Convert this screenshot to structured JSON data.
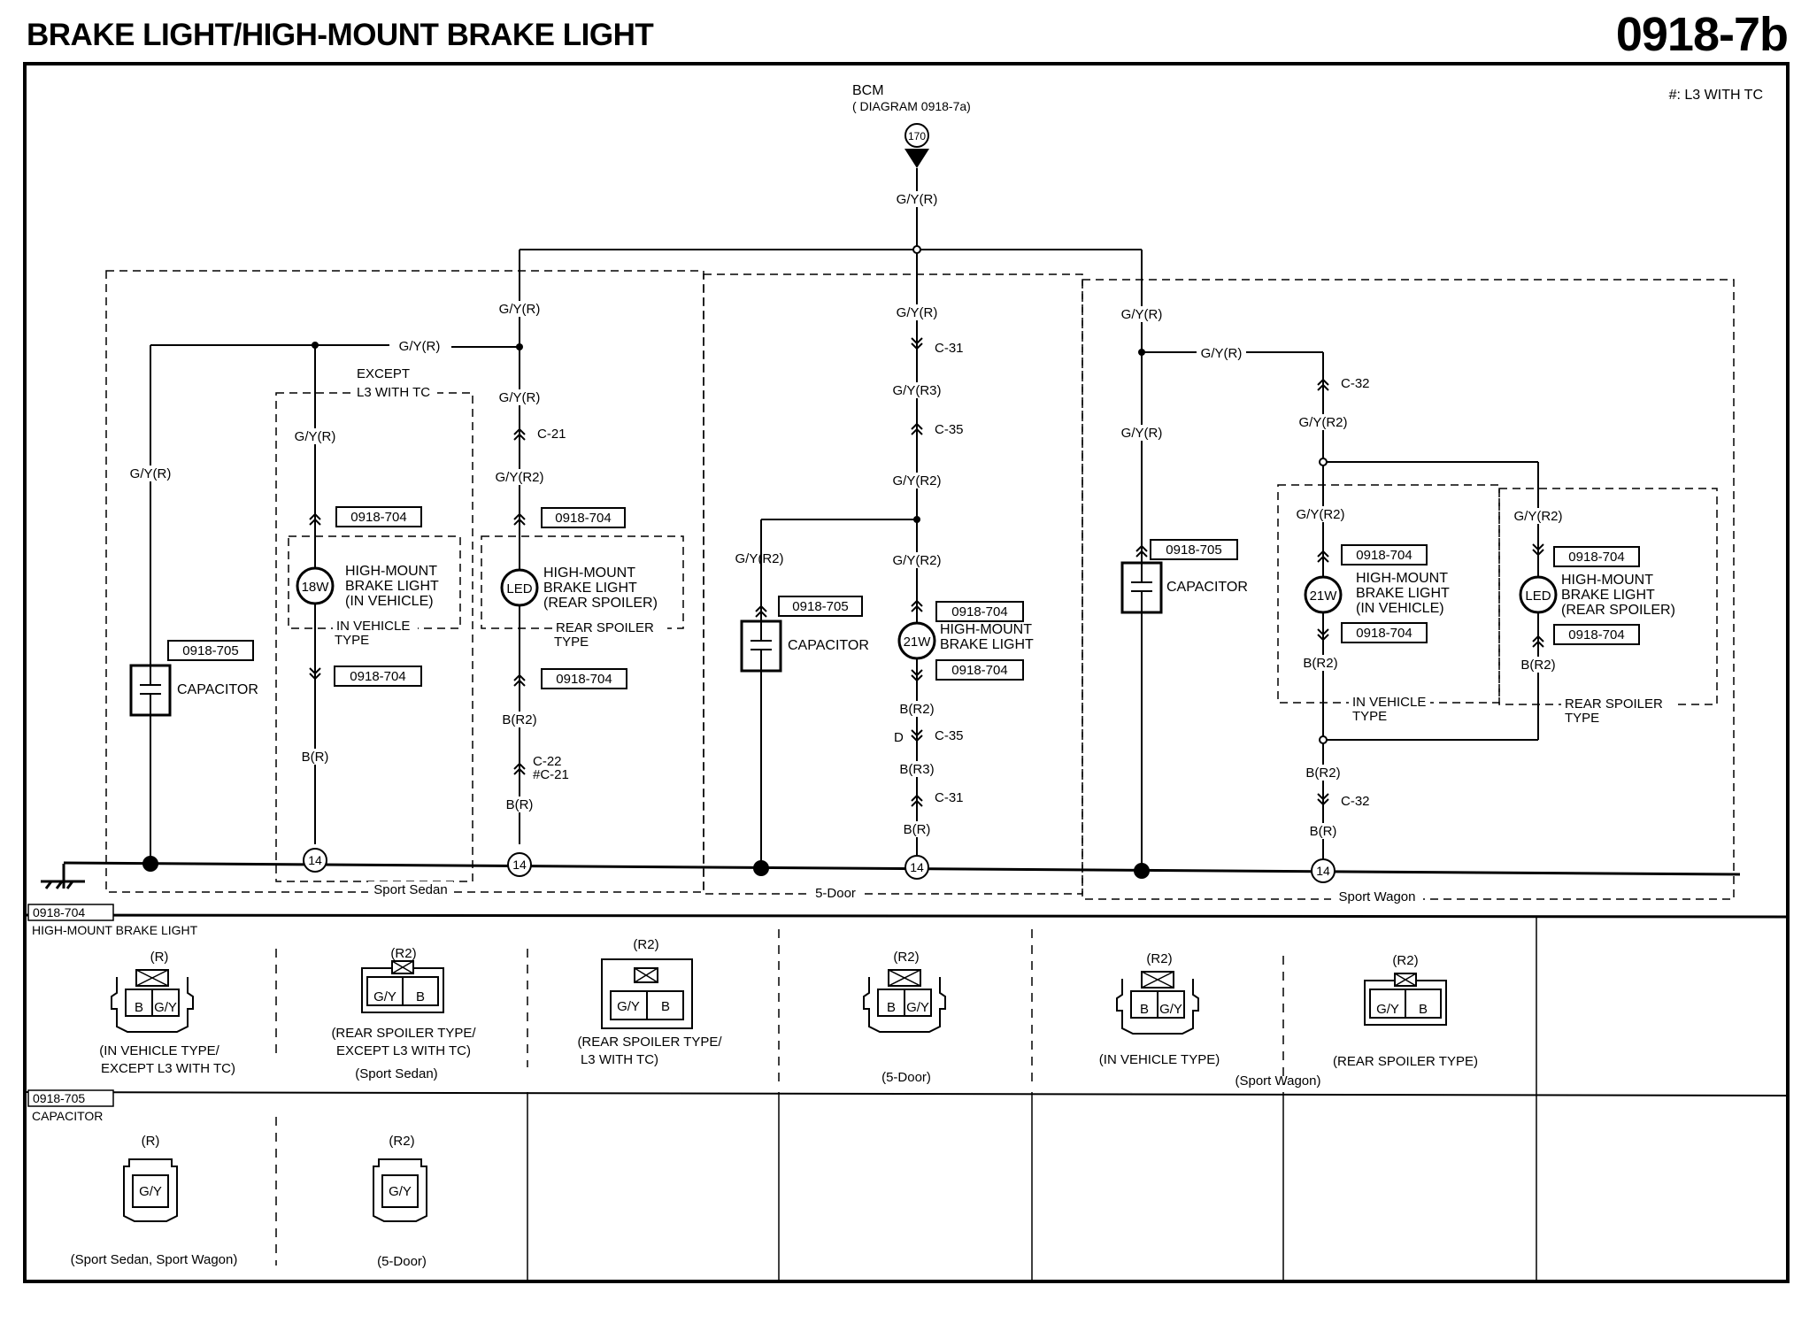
{
  "header": {
    "title": "BRAKE LIGHT/HIGH-MOUNT BRAKE LIGHT",
    "code": "0918-7b"
  },
  "note": "#: L3 WITH TC",
  "bcm": {
    "name": "BCM",
    "ref": "( DIAGRAM 0918-7a)",
    "terminal": "170"
  },
  "wires": {
    "gyr": "G/Y(R)",
    "gyr2": "G/Y(R2)",
    "gyr3": "G/Y(R3)",
    "br": "B(R)",
    "br2": "B(R2)",
    "br3": "B(R3)",
    "d": "D"
  },
  "connectors": {
    "c21": "C-21",
    "c22": "C-22",
    "c22alt": "#C-21",
    "c31": "C-31",
    "c32": "C-32",
    "c35": "C-35"
  },
  "refs": {
    "hmbl": "0918-704",
    "cap": "0918-705"
  },
  "ground_terminal": "14",
  "components": {
    "capacitor": "CAPACITOR",
    "hmbl1": "HIGH-MOUNT",
    "hmbl2": "BRAKE LIGHT",
    "inveh": "(IN VEHICLE)",
    "rearsp": "(REAR SPOILER)",
    "w18": "18W",
    "w21": "21W",
    "led": "LED"
  },
  "groups": {
    "except1": "EXCEPT",
    "except2": "L3 WITH TC",
    "invt1": "IN VEHICLE",
    "rst1": "REAR SPOILER",
    "type": "TYPE",
    "sedan": "Sport Sedan",
    "door5": "5-Door",
    "wagon": "Sport Wagon"
  },
  "legend": {
    "hm_ref": "0918-704",
    "hm_title": "HIGH-MOUNT BRAKE LIGHT",
    "cap_ref": "0918-705",
    "cap_title": "CAPACITOR",
    "pin_b": "B",
    "pin_gy": "G/Y",
    "r": "(R)",
    "r2": "(R2)",
    "c1a": "(IN VEHICLE TYPE/",
    "c1b": "EXCEPT L3 WITH TC)",
    "c2a": "(REAR SPOILER TYPE/",
    "c2b": "EXCEPT L3 WITH TC)",
    "c2c": "(Sport Sedan)",
    "c3a": "(REAR SPOILER TYPE/",
    "c3b": "L3 WITH TC)",
    "c4a": "(5-Door)",
    "c5a": "(IN VEHICLE TYPE)",
    "c5b": "(Sport Wagon)",
    "c6a": "(REAR SPOILER TYPE)",
    "cap1": "(Sport Sedan, Sport Wagon)",
    "cap2": "(5-Door)"
  }
}
